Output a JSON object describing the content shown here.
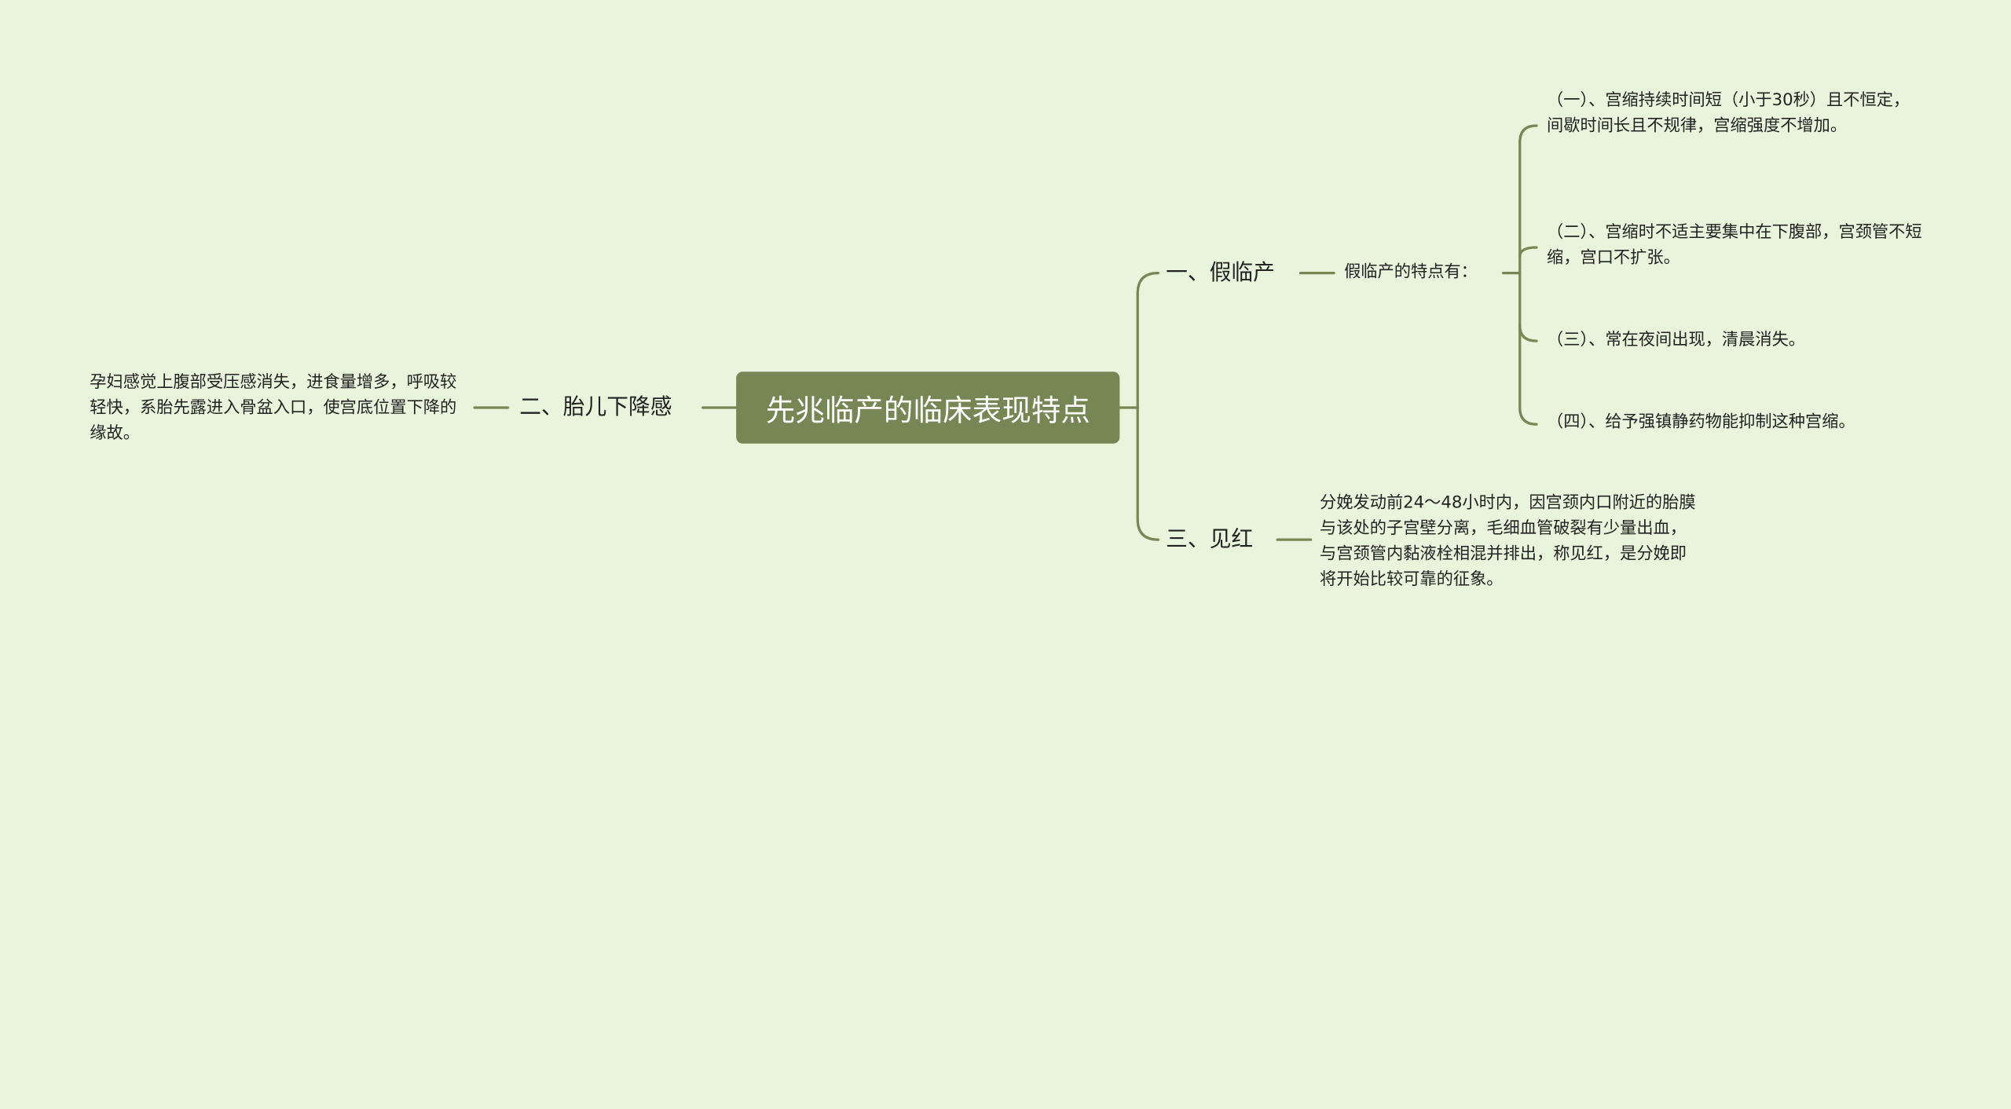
{
  "root": {
    "label": "先兆临产的临床表现特点"
  },
  "branches": {
    "false_labor": {
      "label": "一、假临产",
      "sub_label": "假临产的特点有：",
      "items": [
        "（一）、宫缩持续时间短（小于30秒）且不恒定，间歇时间长且不规律，宫缩强度不增加。",
        "（二）、宫缩时不适主要集中在下腹部，宫颈管不短缩，宫口不扩张。",
        "（三）、常在夜间出现，清晨消失。",
        "（四）、给予强镇静药物能抑制这种宫缩。"
      ]
    },
    "fetal_descent": {
      "label": "二、胎儿下降感",
      "detail": "孕妇感觉上腹部受压感消失，进食量增多，呼吸较轻快，系胎先露进入骨盆入口，使宫底位置下降的缘故。"
    },
    "show": {
      "label": "三、见红",
      "detail": "分娩发动前24～48小时内，因宫颈内口附近的胎膜与该处的子宫壁分离，毛细血管破裂有少量出血，与宫颈管内黏液栓相混并排出，称见红，是分娩即将开始比较可靠的征象。"
    }
  },
  "colors": {
    "background": "#e8f5dc",
    "root_fill": "#778655",
    "root_text": "#ffffff",
    "connector": "#778655"
  }
}
